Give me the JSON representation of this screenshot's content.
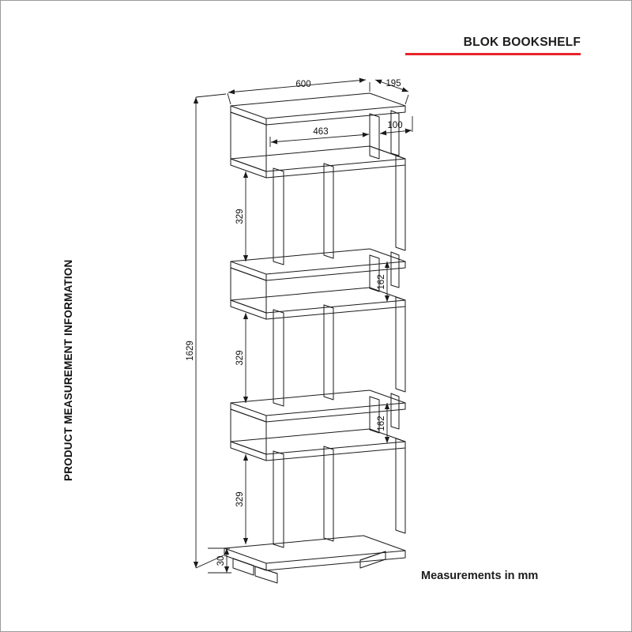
{
  "document": {
    "title": "BLOK BOOKSHELF",
    "side_caption": "PRODUCT MEASUREMENT INFORMATION",
    "footer_note": "Measurements in mm",
    "accent_color": "#e8232a",
    "line_color": "#1a1a1a",
    "background_color": "#ffffff"
  },
  "drawing": {
    "product": "Blok Bookshelf",
    "projection": "isometric",
    "units": "mm",
    "dimensions": {
      "overall_width": "600",
      "overall_depth": "195",
      "overall_height": "1629",
      "wide_shelf_span": "463",
      "narrow_offset": "100",
      "tall_bay_height_1": "329",
      "tall_bay_height_2": "329",
      "tall_bay_height_3": "329",
      "short_bay_height_1": "162",
      "short_bay_height_2": "162",
      "plinth_height": "30"
    },
    "labels": [
      {
        "id": "width",
        "value": "600"
      },
      {
        "id": "depth",
        "value": "195"
      },
      {
        "id": "span",
        "value": "463"
      },
      {
        "id": "offset",
        "value": "100"
      },
      {
        "id": "height-total",
        "value": "1629"
      },
      {
        "id": "bay-top",
        "value": "329"
      },
      {
        "id": "bay-mid",
        "value": "329"
      },
      {
        "id": "bay-bottom",
        "value": "329"
      },
      {
        "id": "step-upper",
        "value": "162"
      },
      {
        "id": "step-lower",
        "value": "162"
      },
      {
        "id": "plinth",
        "value": "30"
      }
    ]
  }
}
